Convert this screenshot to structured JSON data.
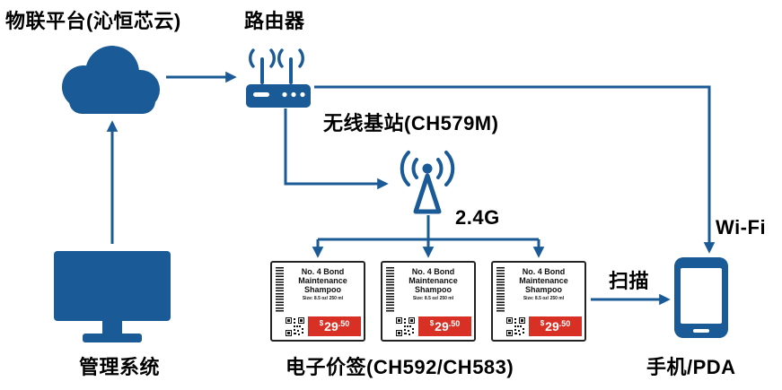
{
  "labels": {
    "iot_platform": "物联平台(沁恒芯云)",
    "router": "路由器",
    "base_station": "无线基站(CH579M)",
    "frequency": "2.4G",
    "wifi": "Wi-Fi",
    "scan": "扫描",
    "management_system": "管理系统",
    "esl": "电子价签(CH592/CH583)",
    "phone_pda": "手机/PDA"
  },
  "price_tag": {
    "title_line1": "No. 4 Bond",
    "title_line2": "Maintenance",
    "title_line3": "Shampoo",
    "size": "Size: 8.5 oz/ 250 ml",
    "currency": "$",
    "price_int": "29",
    "price_dec": ".50"
  },
  "colors": {
    "primary_blue": "#1a5a96",
    "price_red": "#d93025",
    "text_black": "#111111"
  }
}
